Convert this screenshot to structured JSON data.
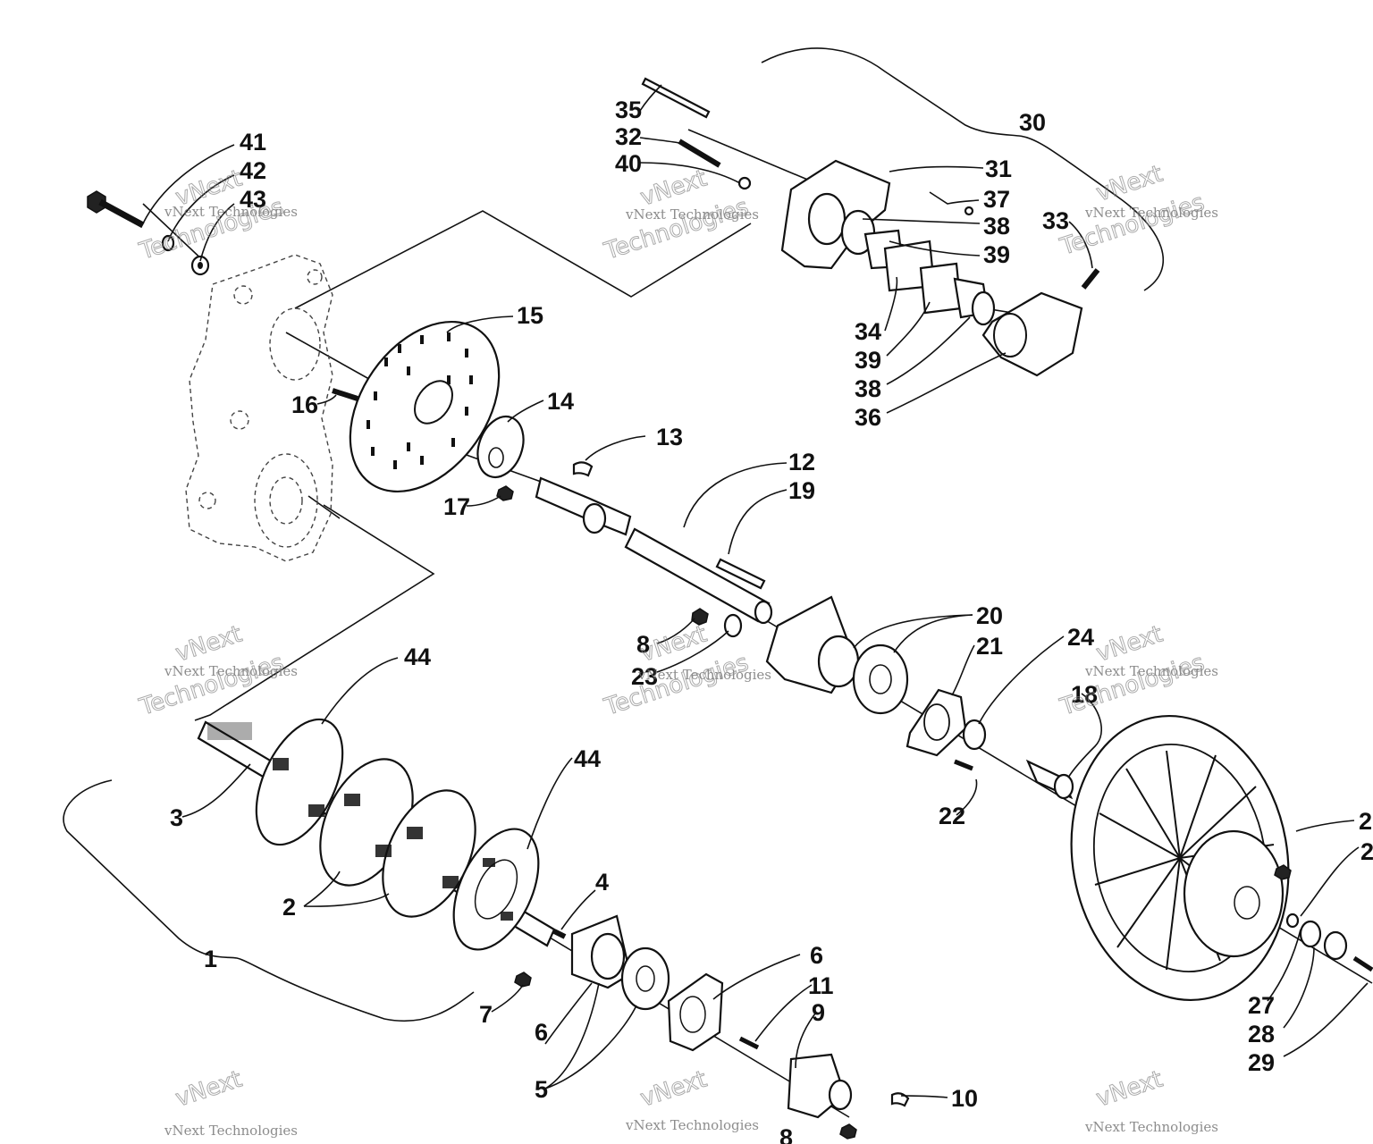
{
  "watermark": {
    "line1": "vNext Technologies",
    "line2": "vNext",
    "line3": "Technologies"
  },
  "callouts": [
    {
      "id": "c41",
      "text": "41"
    },
    {
      "id": "c42",
      "text": "42"
    },
    {
      "id": "c43",
      "text": "43"
    },
    {
      "id": "c35",
      "text": "35"
    },
    {
      "id": "c32",
      "text": "32"
    },
    {
      "id": "c40",
      "text": "40"
    },
    {
      "id": "c30",
      "text": "30"
    },
    {
      "id": "c31",
      "text": "31"
    },
    {
      "id": "c37",
      "text": "37"
    },
    {
      "id": "c38a",
      "text": "38"
    },
    {
      "id": "c39a",
      "text": "39"
    },
    {
      "id": "c33",
      "text": "33"
    },
    {
      "id": "c34",
      "text": "34"
    },
    {
      "id": "c39b",
      "text": "39"
    },
    {
      "id": "c38b",
      "text": "38"
    },
    {
      "id": "c36",
      "text": "36"
    },
    {
      "id": "c15",
      "text": "15"
    },
    {
      "id": "c16",
      "text": "16"
    },
    {
      "id": "c14",
      "text": "14"
    },
    {
      "id": "c13",
      "text": "13"
    },
    {
      "id": "c17",
      "text": "17"
    },
    {
      "id": "c12",
      "text": "12"
    },
    {
      "id": "c19",
      "text": "19"
    },
    {
      "id": "c20",
      "text": "20"
    },
    {
      "id": "c21",
      "text": "21"
    },
    {
      "id": "c24",
      "text": "24"
    },
    {
      "id": "c8a",
      "text": "8"
    },
    {
      "id": "c23",
      "text": "23"
    },
    {
      "id": "c18",
      "text": "18"
    },
    {
      "id": "c44a",
      "text": "44"
    },
    {
      "id": "c44b",
      "text": "44"
    },
    {
      "id": "c3",
      "text": "3"
    },
    {
      "id": "c22",
      "text": "22"
    },
    {
      "id": "c2",
      "text": "2"
    },
    {
      "id": "c4",
      "text": "4"
    },
    {
      "id": "c1",
      "text": "1"
    },
    {
      "id": "c6a",
      "text": "6"
    },
    {
      "id": "c6b",
      "text": "6"
    },
    {
      "id": "c11",
      "text": "11"
    },
    {
      "id": "c9",
      "text": "9"
    },
    {
      "id": "c7",
      "text": "7"
    },
    {
      "id": "c5",
      "text": "5"
    },
    {
      "id": "c10",
      "text": "10"
    },
    {
      "id": "c8b",
      "text": "8"
    },
    {
      "id": "c25",
      "text": "2"
    },
    {
      "id": "c26",
      "text": "2"
    },
    {
      "id": "c27",
      "text": "27"
    },
    {
      "id": "c28",
      "text": "28"
    },
    {
      "id": "c29",
      "text": "29"
    }
  ]
}
